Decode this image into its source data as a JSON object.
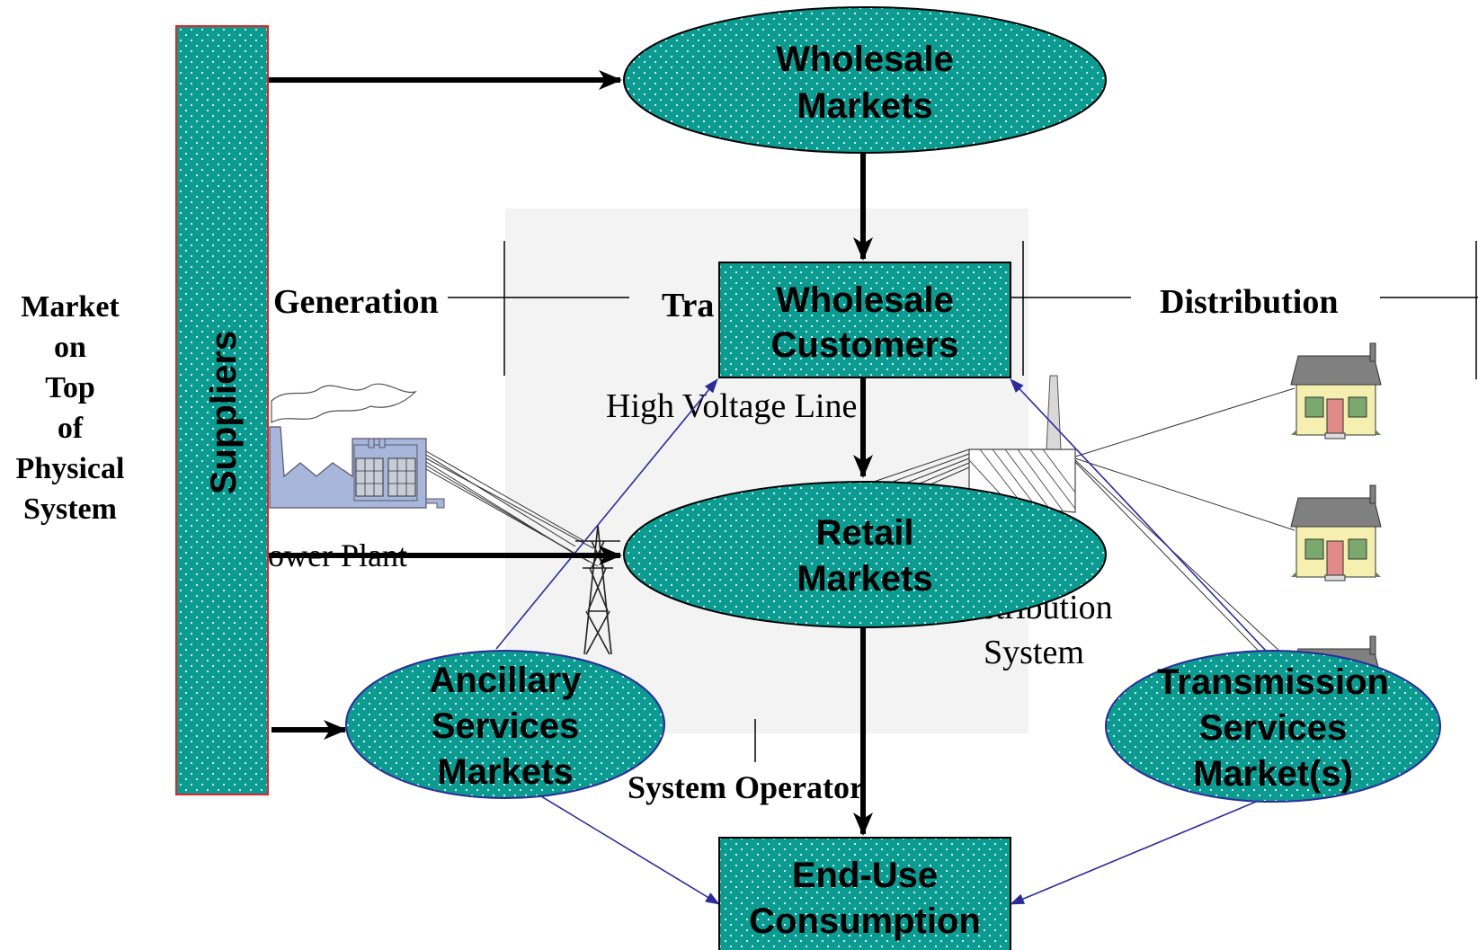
{
  "colors": {
    "node_fill": "#0b9b91",
    "node_stroke": "#000000",
    "suppliers_stroke": "#e0262a",
    "thin_arrow": "#2b2b9a",
    "background_panel": "#f3f3f3",
    "house_wall": "#f6f0b0",
    "house_roof": "#808080",
    "plant_fill": "#a9b6dc"
  },
  "side_label": {
    "lines": [
      "Market",
      "on",
      "Top",
      "of",
      "Physical",
      "System"
    ]
  },
  "nodes": {
    "suppliers": {
      "label": "Suppliers"
    },
    "wholesale_markets": {
      "lines": [
        "Wholesale",
        "Markets"
      ]
    },
    "wholesale_customers": {
      "lines": [
        "Wholesale",
        "Customers"
      ]
    },
    "retail_markets": {
      "lines": [
        "Retail",
        "Markets"
      ]
    },
    "ancillary_services_markets": {
      "lines": [
        "Ancillary",
        "Services",
        "Markets"
      ]
    },
    "transmission_services_markets": {
      "lines": [
        "Transmission",
        "Services",
        "Market(s)"
      ]
    },
    "end_use_consumption": {
      "lines": [
        "End-Use",
        "Consumption"
      ]
    }
  },
  "physical_system": {
    "section_labels": {
      "generation": "Generation",
      "transmission_partial": "Tra",
      "distribution": "Distribution"
    },
    "high_voltage_line": "High Voltage Line",
    "power_plant": "Power Plant",
    "distribution_system_partial": [
      "stribution",
      "System"
    ],
    "system_operator": "System Operator"
  },
  "icons": [
    "power-plant-icon",
    "transmission-tower-icon",
    "substation-icon",
    "house-icon"
  ]
}
